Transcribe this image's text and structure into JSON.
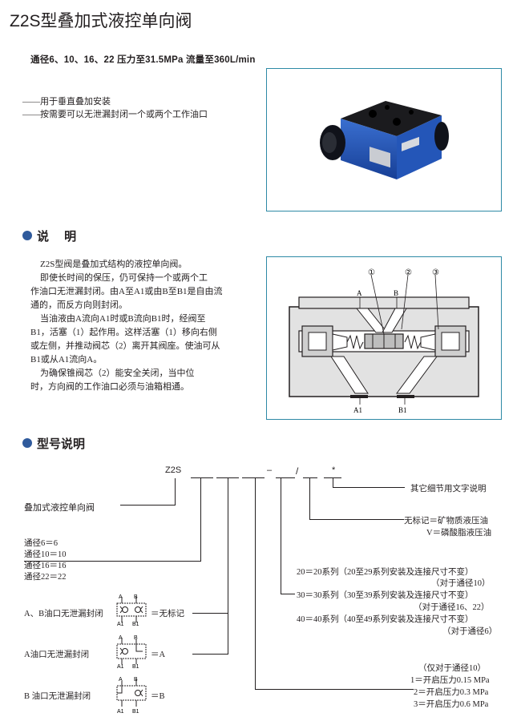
{
  "title": "Z2S型叠加式液控单向阀",
  "specs": "通径6、10、16、22   压力至31.5MPa   流量至360L/min",
  "features": [
    "——用于垂直叠加安装",
    "——按需要可以无泄漏封闭一个或两个工作油口"
  ],
  "section_description": {
    "heading": "说　 明",
    "paragraphs": [
      "Z2S型阀是叠加式结构的液控单向阀。",
      "即使长时间的保压，仍可保持一个或两个工",
      "作油口无泄漏封闭。由A至A1或由B至B1是自由流",
      "通的，而反方向则封闭。",
      "当油液由A流向A1时或B流向B1时，经阀至",
      "B1，活塞（1）起作用。这样活塞（1）移向右侧",
      "或左侧，并推动阀芯（2）离开其阀座。使油可从",
      "B1或从A1流向A。",
      "为确保锥阀芯（2）能安全关闭，当中位",
      "时，方向阀的工作油口必须与油箱相通。"
    ]
  },
  "diagram": {
    "callouts": [
      "①",
      "②",
      "③"
    ],
    "ports": [
      "A",
      "B",
      "A1",
      "B1"
    ]
  },
  "section_model": {
    "heading": "型号说明",
    "code": {
      "prefix": "Z2S",
      "dash": "–",
      "slash": "/",
      "star": "*"
    },
    "left": {
      "name": "叠加式液控单向阀",
      "sizes": [
        "通径6＝6",
        "通径10＝10",
        "通径16＝16",
        "通径22＝22"
      ],
      "sealing": [
        {
          "label": "A、B油口无泄漏封闭",
          "code": "＝无标记"
        },
        {
          "label": "A油口无泄漏封闭",
          "code": "＝A"
        },
        {
          "label": "B 油口无泄漏封闭",
          "code": "＝B"
        }
      ],
      "port_labels": {
        "a": "A",
        "b": "B",
        "a1": "A1",
        "b1": "B1"
      }
    },
    "right": {
      "other": "其它细节用文字说明",
      "oil": [
        "无标记＝矿物质液压油",
        "V＝磷酸脂液压油"
      ],
      "series": [
        "20＝20系列（20至29系列安装及连接尺寸不变）",
        "（对于通径10）",
        "30＝30系列（30至39系列安装及连接尺寸不变）",
        "（对于通径16、22）",
        "40＝40系列（40至49系列安装及连接尺寸不变）",
        "（对于通径6）"
      ],
      "pressure": [
        "（仅对于通径10）",
        "1＝开启压力0.15 MPa",
        "2＝开启压力0.3 MPa",
        "3＝开启压力0.6 MPa"
      ]
    }
  },
  "colors": {
    "bullet": "#2f5a9c",
    "frame": "#2e8aa6",
    "valve_blue": "#1f4fae"
  }
}
